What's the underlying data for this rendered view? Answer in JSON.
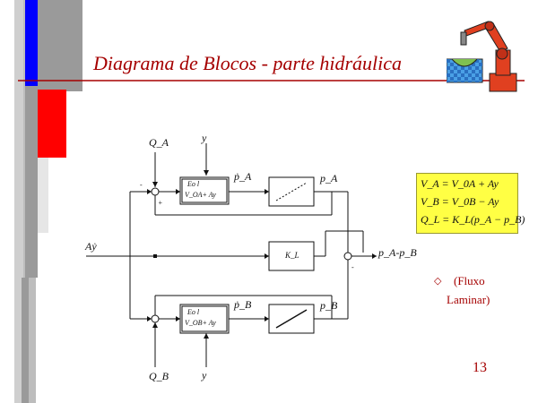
{
  "slide": {
    "title": "Diagrama de Blocos - parte hidráulica",
    "number": "13",
    "note_line1": "(Fluxo",
    "note_line2": "Laminar)",
    "bullet_glyph": "◇",
    "icon": "robot-arm-icon"
  },
  "equations": {
    "va": "V_A = V_0A + Ay",
    "vb": "V_B = V_0B − Ay",
    "ql": "Q_L = K_L(p_A − p_B)"
  },
  "diagram": {
    "qa": "Q_A",
    "qb": "Q_B",
    "y_top": "y",
    "y_bottom": "y",
    "ay_input": "Aẏ",
    "pa_dot": "ṗ_A",
    "pa": "p_A",
    "pb_dot": "ṗ_B",
    "pb": "p_B",
    "kl": "K_L",
    "out": "p_A-p_B",
    "block_a_top": "Eo l",
    "block_a_bot": "V_OA+ Ay",
    "block_b_top": "Eo l",
    "block_b_bot": "V_OB+ Ay",
    "sign_minus": "-",
    "sign_plus": "+"
  },
  "colors": {
    "title": "#a50000",
    "bar_blue": "#0000ff",
    "bar_red": "#ff0000",
    "eq_box": "#ffff44"
  }
}
